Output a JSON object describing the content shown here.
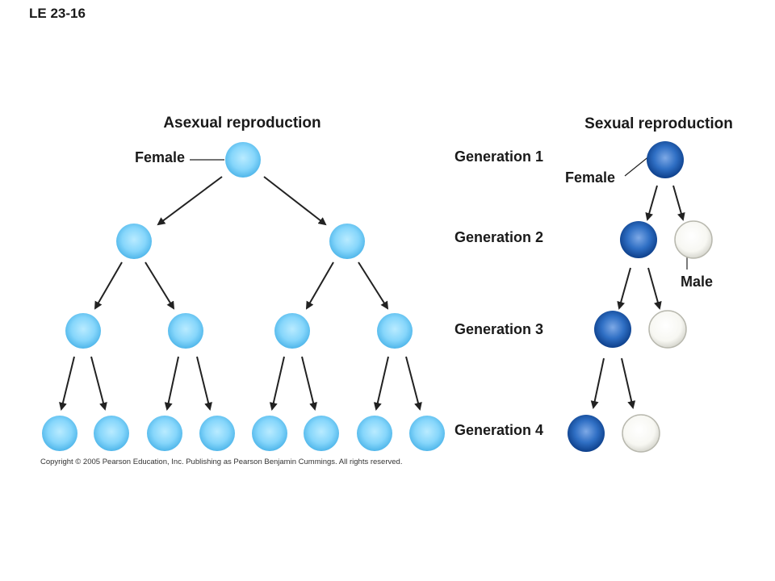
{
  "figure_label": "LE 23-16",
  "asexual": {
    "heading": "Asexual reproduction",
    "female_label": "Female"
  },
  "sexual": {
    "heading": "Sexual reproduction",
    "female_label": "Female",
    "male_label": "Male",
    "generations": [
      "Generation 1",
      "Generation 2",
      "Generation 3",
      "Generation 4"
    ]
  },
  "copyright": "Copyright © 2005 Pearson Education, Inc. Publishing as Pearson Benjamin Cummings. All rights reserved.",
  "colors": {
    "asexual_cell": "#7fd0f5",
    "female_cell": "#1e63b8",
    "male_cell": "#f2f2ee",
    "arrow": "#222222"
  }
}
